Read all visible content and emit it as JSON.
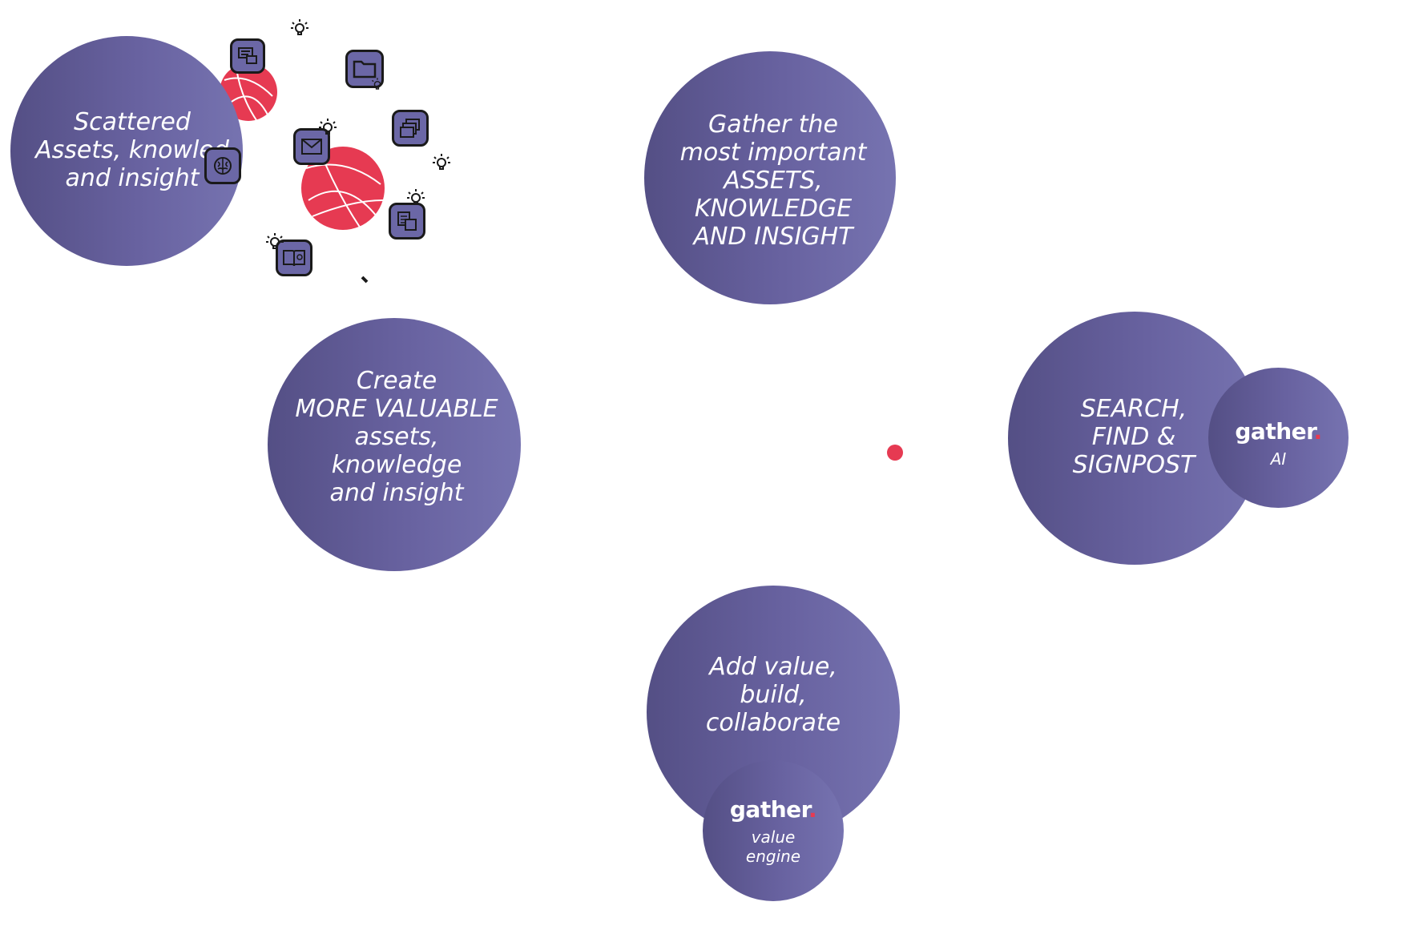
{
  "colors": {
    "circle_dark": "#544f85",
    "circle_light": "#7673b0",
    "accent_red": "#e63a52",
    "text": "#ffffff"
  },
  "stages": {
    "scattered": "Scattered\nAssets, knowled\nand insight",
    "gather": "Gather the\nmost important\nASSETS,\nKNOWLEDGE\nAND INSIGHT",
    "search": "SEARCH,\nFIND &\nSIGNPOST",
    "add_value": "Add value,\nbuild,\ncollaborate",
    "create": "Create\nMORE VALUABLE\nassets,\nknowledge\nand insight"
  },
  "brand": {
    "name": "gather",
    "dot": ".",
    "ai_label": "AI",
    "engine_label": "value\nengine"
  },
  "icons": [
    "chat-icon",
    "folder-icon",
    "documents-icon",
    "mail-icon",
    "brain-icon",
    "notes-icon",
    "book-icon",
    "lightbulb-icon"
  ]
}
